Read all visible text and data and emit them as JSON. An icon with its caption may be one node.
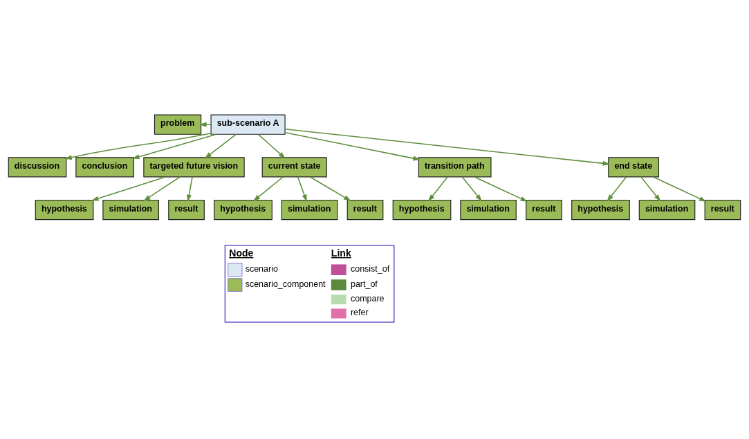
{
  "diagram": {
    "nodes": [
      {
        "text": [
          "sub-scenario A"
        ]
      },
      {
        "text": [
          "problem"
        ]
      },
      {
        "text": [
          "discussion"
        ]
      },
      {
        "text": [
          "conclusion"
        ]
      },
      {
        "text": [
          "targeted future vision"
        ]
      },
      {
        "text": [
          "current state"
        ]
      },
      {
        "text": [
          "transition path"
        ]
      },
      {
        "text": [
          "end state"
        ]
      },
      {
        "text": [
          "hypothesis"
        ]
      },
      {
        "text": [
          "simulation"
        ]
      },
      {
        "text": [
          "result"
        ]
      },
      {
        "text": [
          "hypothesis"
        ]
      },
      {
        "text": [
          "simulation"
        ]
      },
      {
        "text": [
          "result"
        ]
      },
      {
        "text": [
          "hypothesis"
        ]
      },
      {
        "text": [
          "simulation"
        ]
      },
      {
        "text": [
          "result"
        ]
      },
      {
        "text": [
          "hypothesis"
        ]
      },
      {
        "text": [
          "simulation"
        ]
      },
      {
        "text": [
          "result"
        ]
      }
    ],
    "edges": [
      {
        "from": 0,
        "to": 1,
        "arrow": "to"
      },
      {
        "from": 0,
        "to": 2,
        "arrow": "to"
      },
      {
        "from": 0,
        "to": 3,
        "arrow": "to"
      },
      {
        "from": 0,
        "to": 4,
        "arrow": "to"
      },
      {
        "from": 0,
        "to": 5,
        "arrow": "to"
      },
      {
        "from": 0,
        "to": 6,
        "arrow": "to"
      },
      {
        "from": 0,
        "to": 7,
        "arrow": "to"
      },
      {
        "from": 4,
        "to": 8,
        "arrow": "to"
      },
      {
        "from": 4,
        "to": 9,
        "arrow": "to"
      },
      {
        "from": 4,
        "to": 10,
        "arrow": "to"
      },
      {
        "from": 5,
        "to": 11,
        "arrow": "to"
      },
      {
        "from": 5,
        "to": 12,
        "arrow": "to"
      },
      {
        "from": 5,
        "to": 13,
        "arrow": "to"
      },
      {
        "from": 6,
        "to": 14,
        "arrow": "to"
      },
      {
        "from": 6,
        "to": 15,
        "arrow": "to"
      },
      {
        "from": 6,
        "to": 16,
        "arrow": "to"
      },
      {
        "from": 7,
        "to": 17,
        "arrow": "to"
      },
      {
        "from": 7,
        "to": 18,
        "arrow": "to"
      },
      {
        "from": 7,
        "to": 19,
        "arrow": "to"
      }
    ],
    "labels": [
      "Node",
      "Link"
    ],
    "legend": [
      {
        "text": "scenario",
        "color": "#dce9f5"
      },
      {
        "text": "scenario_component",
        "color": "#9bbb59"
      },
      {
        "text": "consist_of"
      },
      {
        "text": "part_of"
      },
      {
        "text": "compare"
      },
      {
        "text": "refer"
      }
    ]
  }
}
